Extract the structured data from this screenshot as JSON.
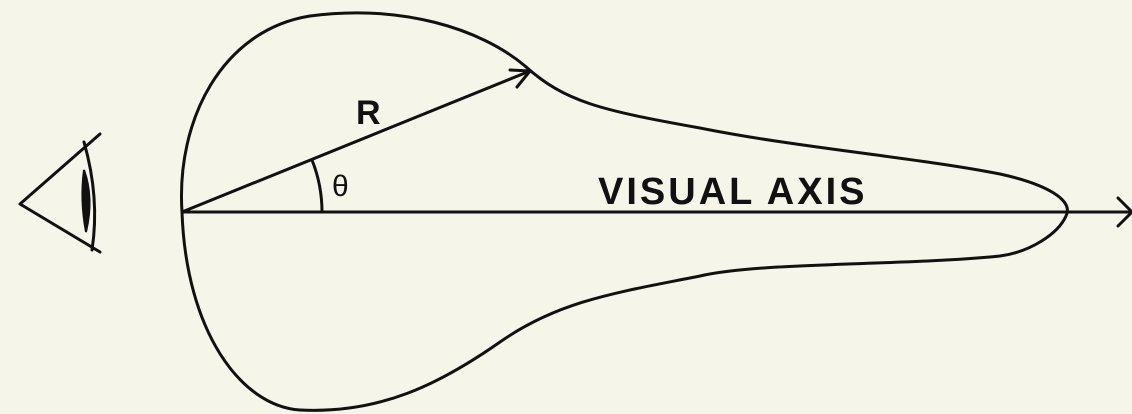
{
  "diagram": {
    "radius_label": "R",
    "angle_label": "θ",
    "axis_label": "VISUAL AXIS",
    "background_color": "#f5f5e9",
    "ink_color": "#111111",
    "eye_icon": "eye-icon"
  }
}
